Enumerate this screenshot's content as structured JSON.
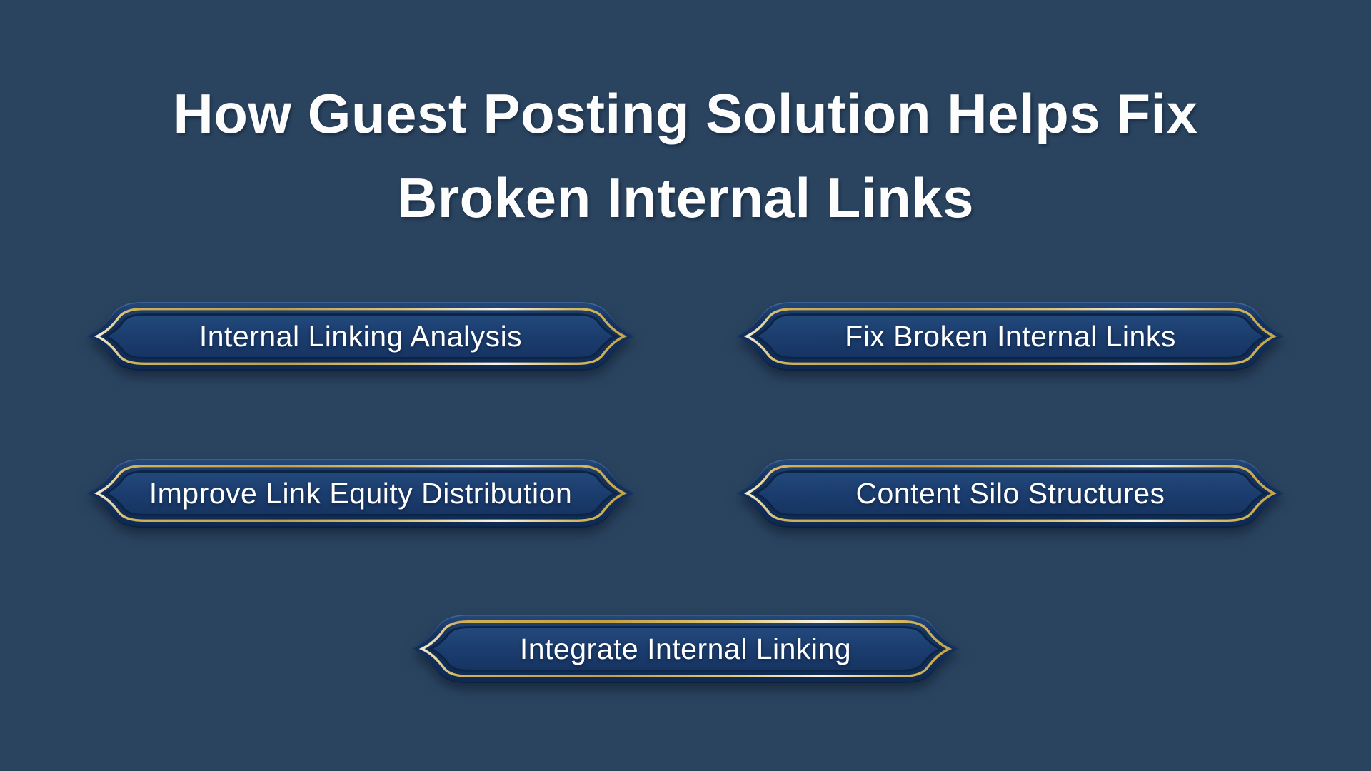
{
  "title": {
    "line1": "How Guest Posting Solution Helps Fix",
    "line2": "Broken Internal Links"
  },
  "badges": [
    {
      "label": "Internal Linking Analysis"
    },
    {
      "label": "Fix Broken Internal Links"
    },
    {
      "label": "Improve Link Equity Distribution"
    },
    {
      "label": "Content Silo Structures"
    },
    {
      "label": "Integrate Internal Linking"
    }
  ],
  "colors": {
    "background": "#2a4460",
    "title_text": "#fdfdfd",
    "badge_text": "#ffffff",
    "badge_outer_fill": "#132e58",
    "badge_inner_fill": "#1b3d6e",
    "gold_accent": "#c6a244",
    "gold_highlight": "#f8f5e6"
  }
}
